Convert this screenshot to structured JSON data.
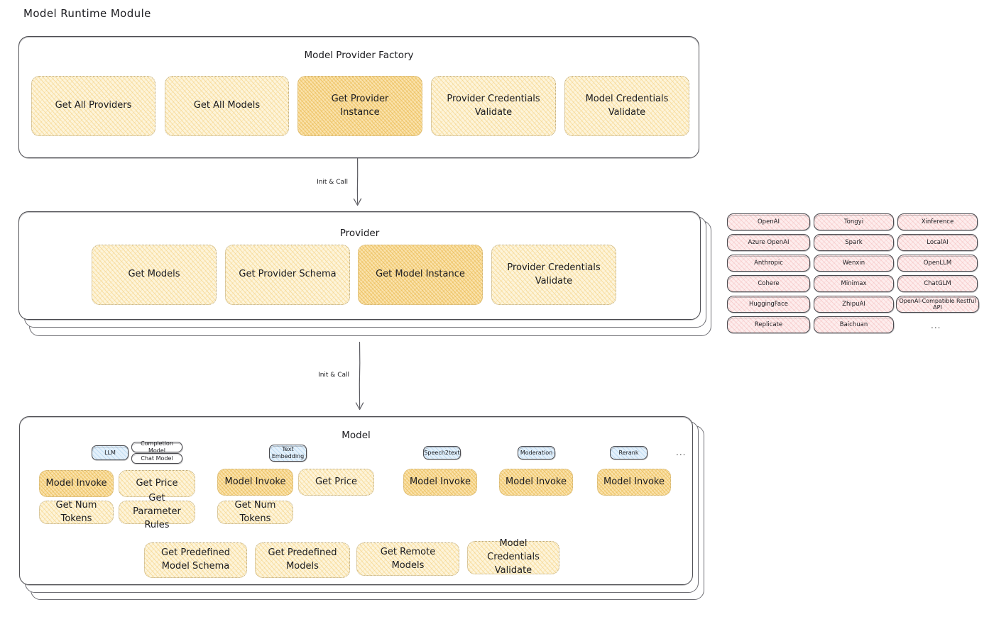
{
  "page": {
    "title": "Model Runtime Module"
  },
  "factory": {
    "title": "Model Provider Factory",
    "boxes": [
      {
        "label": "Get All Providers",
        "highlight": false
      },
      {
        "label": "Get All Models",
        "highlight": false
      },
      {
        "label": "Get Provider Instance",
        "highlight": true
      },
      {
        "label": "Provider Credentials Validate",
        "highlight": false
      },
      {
        "label": "Model Credentials Validate",
        "highlight": false
      }
    ]
  },
  "arrows": [
    {
      "label": "Init & Call"
    },
    {
      "label": "Init & Call"
    }
  ],
  "provider": {
    "title": "Provider",
    "boxes": [
      {
        "label": "Get Models",
        "highlight": false
      },
      {
        "label": "Get Provider Schema",
        "highlight": false
      },
      {
        "label": "Get Model Instance",
        "highlight": true
      },
      {
        "label": "Provider Credentials Validate",
        "highlight": false
      }
    ]
  },
  "provider_list": {
    "columns": [
      [
        "OpenAI",
        "Azure OpenAI",
        "Anthropic",
        "Cohere",
        "HuggingFace",
        "Replicate"
      ],
      [
        "Tongyi",
        "Spark",
        "Wenxin",
        "Minimax",
        "ZhipuAI",
        "Baichuan"
      ],
      [
        "Xinference",
        "LocalAI",
        "OpenLLM",
        "ChatGLM",
        "OpenAI-Compatible Restful API"
      ]
    ],
    "more": "..."
  },
  "model": {
    "title": "Model",
    "more": "...",
    "groups": [
      {
        "badge": "LLM",
        "badge_style": "blue",
        "sub_badges": [
          "Completion Model",
          "Chat Model"
        ],
        "boxes": [
          {
            "label": "Model Invoke",
            "highlight": true
          },
          {
            "label": "Get Price",
            "highlight": false
          },
          {
            "label": "Get Num Tokens",
            "highlight": false
          },
          {
            "label": "Get Parameter Rules",
            "highlight": false
          }
        ]
      },
      {
        "badge": "Text Embedding",
        "badge_style": "blue",
        "sub_badges": [],
        "boxes": [
          {
            "label": "Model Invoke",
            "highlight": true
          },
          {
            "label": "Get Price",
            "highlight": false
          },
          {
            "label": "Get Num Tokens",
            "highlight": false
          }
        ]
      },
      {
        "badge": "Speech2text",
        "badge_style": "blue",
        "sub_badges": [],
        "boxes": [
          {
            "label": "Model Invoke",
            "highlight": true
          }
        ]
      },
      {
        "badge": "Moderation",
        "badge_style": "blue",
        "sub_badges": [],
        "boxes": [
          {
            "label": "Model Invoke",
            "highlight": true
          }
        ]
      },
      {
        "badge": "Rerank",
        "badge_style": "blue",
        "sub_badges": [],
        "boxes": [
          {
            "label": "Model Invoke",
            "highlight": true
          }
        ]
      }
    ],
    "common_boxes": [
      {
        "label": "Get Predefined Model Schema"
      },
      {
        "label": "Get Predefined Models"
      },
      {
        "label": "Get Remote Models"
      },
      {
        "label": "Model Credentials Validate"
      }
    ]
  },
  "colors": {
    "box_fill": "#fdf4da",
    "box_fill_highlight": "#fae2ab",
    "chip_fill": "#fdeded",
    "badge_fill": "#e3f0fb",
    "stroke": "#4a4a4f"
  }
}
